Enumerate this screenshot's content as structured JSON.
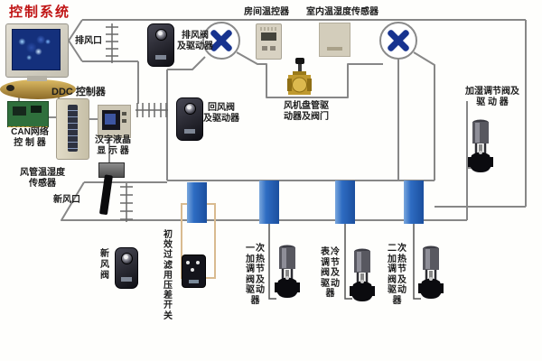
{
  "title": "控制系统",
  "colors": {
    "title_red": "#c01414",
    "fan_blade_blue": "#17338f",
    "pipe_blue": "#2e6cc2",
    "line_grey": "#878787"
  },
  "labels": {
    "exhaust_outlet": "排风口",
    "exhaust_valve_actuator": "排风阀\n及驱动器",
    "room_thermostat": "房间温控器",
    "indoor_temp_humidity_sensor": "室内温湿度传感器",
    "ddc_controller": "DDC 控制器",
    "can_network_controller": "CAN网络\n控 制 器",
    "chinese_lcd_display": "汉字液晶\n显 示 器",
    "return_air_valve_actuator": "回风阀\n及驱动器",
    "fan_coil_actuator_valve": "风机盘管驱\n动器及阀门",
    "humidify_valve_actuator": "加湿调节阀及\n驱 动 器",
    "duct_temp_humidity_sensor": "风管温湿度\n传感器",
    "fresh_air_outlet": "新风口",
    "fresh_air_valve": "新\n风\n阀",
    "filter_pressure_switch": "初\n效\n过\n滤\n用\n压\n差\n开\n关",
    "primary_heating_valve": "一次\n加热\n调节\n阀及\n驱动\n器",
    "surface_cooling_valve": "表冷\n调节\n阀及\n驱动\n器",
    "secondary_heating_valve": "二次\n加热\n调节\n阀及\n驱动\n器"
  }
}
